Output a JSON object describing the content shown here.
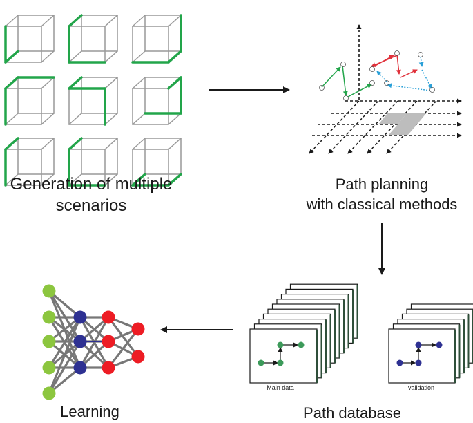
{
  "captions": {
    "generation_line1": "Generation of multiple",
    "generation_line2": "scenarios",
    "planning_line1": "Path planning",
    "planning_line2": "with classical methods",
    "database": "Path database",
    "learning": "Learning",
    "main_data": "Main data",
    "validation": "validation"
  },
  "colors": {
    "path_green": "#22a54a",
    "path_red": "#e0303a",
    "path_cyan": "#2aa0d8",
    "cube_edge": "#999999",
    "node_green": "#8cc63f",
    "node_blue": "#2e3192",
    "node_red": "#ed1c24",
    "cell_fill": "#bdbdbd"
  },
  "neural_network": {
    "layers": [
      {
        "name": "input",
        "count": 5,
        "color": "node_green"
      },
      {
        "name": "hidden-1",
        "count": 3,
        "color": "node_blue"
      },
      {
        "name": "hidden-2",
        "count": 3,
        "color": "node_red"
      },
      {
        "name": "output",
        "count": 2,
        "color": "node_red"
      }
    ]
  },
  "database": {
    "main_stack_pages": 10,
    "validation_stack_pages": 6
  },
  "scenario_grid": {
    "rows": 3,
    "cols": 3
  }
}
